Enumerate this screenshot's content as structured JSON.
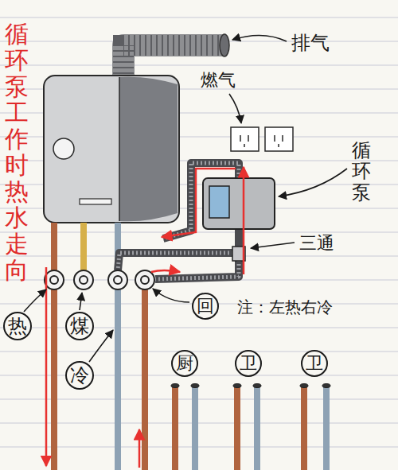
{
  "diagram": {
    "title": "循环泵工作时热水走向",
    "nodes": [
      {
        "text": [
          "热"
        ]
      },
      {
        "text": [
          "煤"
        ]
      },
      {
        "text": [
          "冷"
        ]
      },
      {
        "text": [
          "回"
        ]
      },
      {
        "text": [
          "厨"
        ]
      },
      {
        "text": [
          "卫"
        ]
      },
      {
        "text": [
          "卫"
        ]
      }
    ],
    "labels": [
      "排气",
      "燃气",
      "循环泵",
      "三通",
      "注：左热右冷"
    ]
  }
}
